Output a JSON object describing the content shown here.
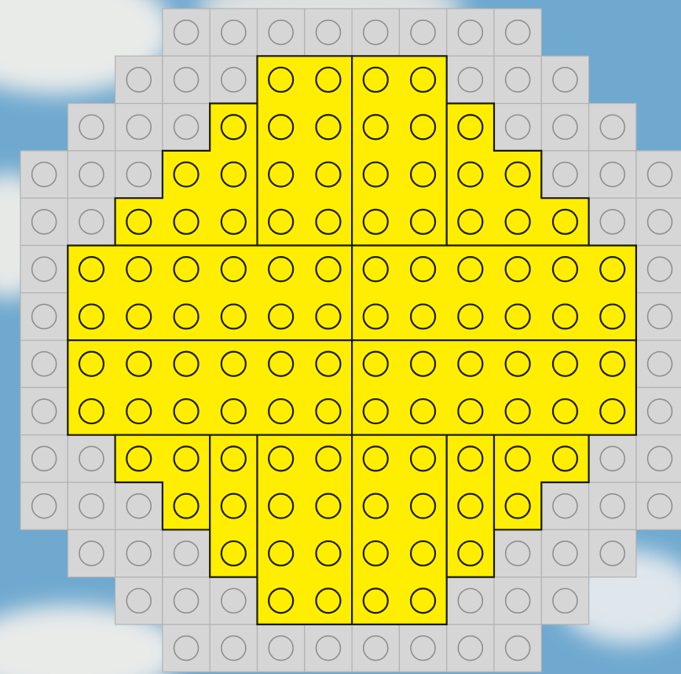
{
  "colors": {
    "sky": "#6fa9cf",
    "cloud": "#f4f1ec",
    "empty_cell": "#d6d6d6",
    "empty_cell_border": "#b2b2b2",
    "empty_stud": "#8f8f8f",
    "piece_fill": "#ffee00",
    "piece_border": "#1a1a00",
    "piece_stud": "#1a1a00"
  },
  "grid": {
    "rows": 14,
    "cols": 14,
    "row_spans": [
      [
        3,
        10
      ],
      [
        2,
        11
      ],
      [
        1,
        12
      ],
      [
        0,
        13
      ],
      [
        0,
        13
      ],
      [
        0,
        13
      ],
      [
        0,
        13
      ],
      [
        0,
        13
      ],
      [
        0,
        13
      ],
      [
        0,
        13
      ],
      [
        0,
        13
      ],
      [
        1,
        12
      ],
      [
        2,
        11
      ],
      [
        3,
        10
      ]
    ]
  },
  "pieces": [
    {
      "name": "piece-top-center-left",
      "cells": [
        [
          1,
          5
        ],
        [
          1,
          6
        ],
        [
          2,
          5
        ],
        [
          2,
          6
        ],
        [
          3,
          5
        ],
        [
          3,
          6
        ],
        [
          4,
          5
        ],
        [
          4,
          6
        ]
      ]
    },
    {
      "name": "piece-top-center-right",
      "cells": [
        [
          1,
          7
        ],
        [
          1,
          8
        ],
        [
          2,
          7
        ],
        [
          2,
          8
        ],
        [
          3,
          7
        ],
        [
          3,
          8
        ],
        [
          4,
          7
        ],
        [
          4,
          8
        ]
      ]
    },
    {
      "name": "piece-top-left-step",
      "cells": [
        [
          2,
          4
        ],
        [
          3,
          3
        ],
        [
          3,
          4
        ],
        [
          4,
          2
        ],
        [
          4,
          3
        ],
        [
          4,
          4
        ]
      ]
    },
    {
      "name": "piece-top-right-step",
      "cells": [
        [
          2,
          9
        ],
        [
          3,
          9
        ],
        [
          3,
          10
        ],
        [
          4,
          9
        ],
        [
          4,
          10
        ],
        [
          4,
          11
        ]
      ]
    },
    {
      "name": "piece-middle-upper-left",
      "cells": [
        [
          5,
          1
        ],
        [
          5,
          2
        ],
        [
          5,
          3
        ],
        [
          5,
          4
        ],
        [
          5,
          5
        ],
        [
          5,
          6
        ],
        [
          6,
          1
        ],
        [
          6,
          2
        ],
        [
          6,
          3
        ],
        [
          6,
          4
        ],
        [
          6,
          5
        ],
        [
          6,
          6
        ]
      ]
    },
    {
      "name": "piece-middle-upper-right",
      "cells": [
        [
          5,
          7
        ],
        [
          5,
          8
        ],
        [
          5,
          9
        ],
        [
          5,
          10
        ],
        [
          5,
          11
        ],
        [
          5,
          12
        ],
        [
          6,
          7
        ],
        [
          6,
          8
        ],
        [
          6,
          9
        ],
        [
          6,
          10
        ],
        [
          6,
          11
        ],
        [
          6,
          12
        ]
      ]
    },
    {
      "name": "piece-middle-lower-left",
      "cells": [
        [
          7,
          1
        ],
        [
          7,
          2
        ],
        [
          7,
          3
        ],
        [
          7,
          4
        ],
        [
          7,
          5
        ],
        [
          7,
          6
        ],
        [
          8,
          1
        ],
        [
          8,
          2
        ],
        [
          8,
          3
        ],
        [
          8,
          4
        ],
        [
          8,
          5
        ],
        [
          8,
          6
        ]
      ]
    },
    {
      "name": "piece-middle-lower-right",
      "cells": [
        [
          7,
          7
        ],
        [
          7,
          8
        ],
        [
          7,
          9
        ],
        [
          7,
          10
        ],
        [
          7,
          11
        ],
        [
          7,
          12
        ],
        [
          8,
          7
        ],
        [
          8,
          8
        ],
        [
          8,
          9
        ],
        [
          8,
          10
        ],
        [
          8,
          11
        ],
        [
          8,
          12
        ]
      ]
    },
    {
      "name": "piece-bottom-left-step",
      "cells": [
        [
          9,
          2
        ],
        [
          9,
          3
        ],
        [
          10,
          3
        ]
      ]
    },
    {
      "name": "piece-bottom-left-column",
      "cells": [
        [
          9,
          4
        ],
        [
          10,
          4
        ],
        [
          11,
          4
        ]
      ]
    },
    {
      "name": "piece-bottom-center-left",
      "cells": [
        [
          9,
          5
        ],
        [
          9,
          6
        ],
        [
          10,
          5
        ],
        [
          10,
          6
        ],
        [
          11,
          5
        ],
        [
          11,
          6
        ],
        [
          12,
          5
        ],
        [
          12,
          6
        ]
      ]
    },
    {
      "name": "piece-bottom-center-right",
      "cells": [
        [
          9,
          7
        ],
        [
          9,
          8
        ],
        [
          10,
          7
        ],
        [
          10,
          8
        ],
        [
          11,
          7
        ],
        [
          11,
          8
        ],
        [
          12,
          7
        ],
        [
          12,
          8
        ]
      ]
    },
    {
      "name": "piece-bottom-right-column",
      "cells": [
        [
          9,
          9
        ],
        [
          10,
          9
        ],
        [
          11,
          9
        ]
      ]
    },
    {
      "name": "piece-bottom-right-step",
      "cells": [
        [
          9,
          10
        ],
        [
          9,
          11
        ],
        [
          10,
          10
        ]
      ]
    }
  ]
}
